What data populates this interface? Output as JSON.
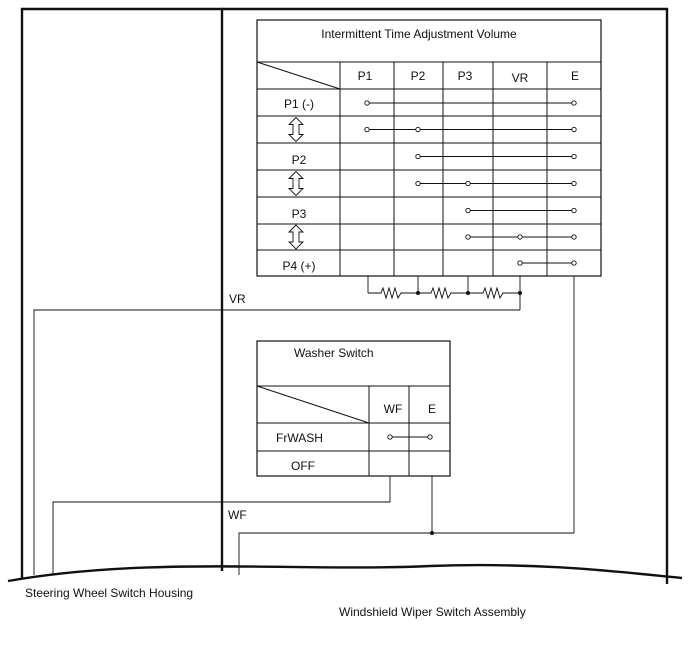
{
  "intermittent": {
    "title": "Intermittent Time Adjustment Volume",
    "columns": [
      "P1",
      "P2",
      "P3",
      "VR",
      "E"
    ],
    "rows": [
      {
        "label": "P1 (-)",
        "conn": [
          "P1",
          "E"
        ]
      },
      {
        "label": "",
        "arrow": true,
        "conn": [
          "P1",
          "P2",
          "E"
        ]
      },
      {
        "label": "P2",
        "conn": [
          "P2",
          "E"
        ]
      },
      {
        "label": "",
        "arrow": true,
        "conn": [
          "P2",
          "P3",
          "E"
        ]
      },
      {
        "label": "P3",
        "conn": [
          "P3",
          "E"
        ]
      },
      {
        "label": "",
        "arrow": true,
        "conn": [
          "P3",
          "VR",
          "E"
        ]
      },
      {
        "label": "P4 (+)",
        "conn": [
          "VR",
          "E"
        ]
      }
    ]
  },
  "washer": {
    "title": "Washer Switch",
    "columns": [
      "WF",
      "E"
    ],
    "rows": [
      {
        "label": "FrWASH",
        "conn": [
          "WF",
          "E"
        ]
      },
      {
        "label": "OFF",
        "conn": []
      }
    ]
  },
  "wires": {
    "vr_label": "VR",
    "wf_label": "WF"
  },
  "housings": {
    "steering": "Steering Wheel Switch Housing",
    "wiper": "Windshield Wiper Switch Assembly"
  }
}
